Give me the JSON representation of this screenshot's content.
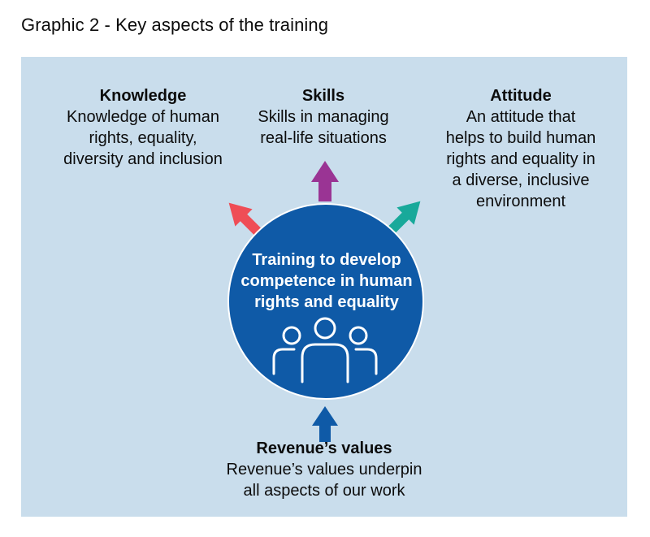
{
  "title": "Graphic 2 - Key aspects of the training",
  "knowledge": {
    "heading": "Knowledge",
    "text": "Knowledge of human\nrights, equality,\ndiversity and inclusion"
  },
  "skills": {
    "heading": "Skills",
    "text": "Skills in managing\nreal-life situations"
  },
  "attitude": {
    "heading": "Attitude",
    "text": "An attitude that\nhelps to build human\nrights and equality in\na diverse, inclusive\nenvironment"
  },
  "center": {
    "text": "Training to develop competence in human rights and equality",
    "icon": "people-group-icon"
  },
  "values": {
    "heading": "Revenue’s values",
    "text": "Revenue’s values underpin\nall aspects of our work"
  },
  "colors": {
    "panel": "#c9ddec",
    "circle": "#0f5aa7",
    "arrow_knowledge": "#ef4d56",
    "arrow_skills": "#9a3494",
    "arrow_attitude": "#18a99a",
    "arrow_values": "#0f5aa7"
  }
}
